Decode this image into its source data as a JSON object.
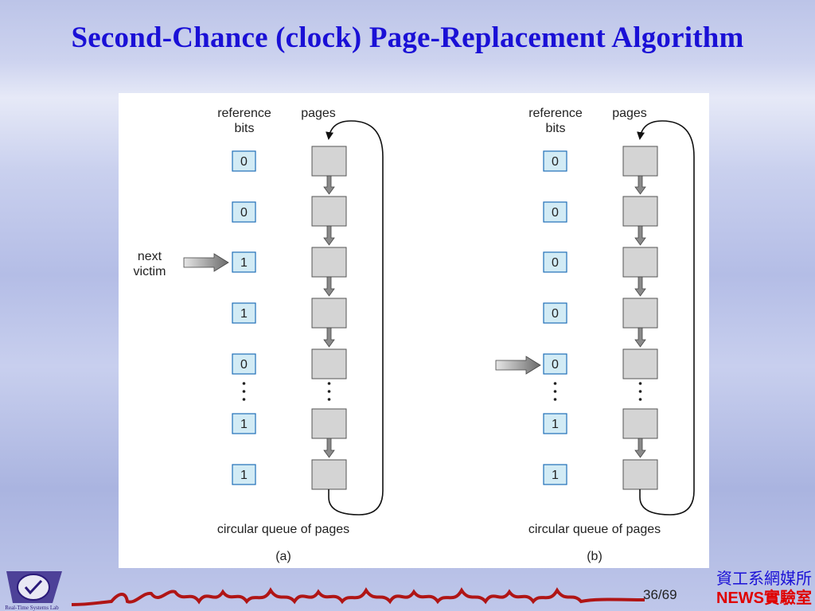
{
  "title": "Second-Chance (clock) Page-Replacement Algorithm",
  "panels": [
    {
      "caption": "(a)",
      "col_ref": "reference",
      "col_ref2": "bits",
      "col_pages": "pages",
      "bits": [
        "0",
        "0",
        "1",
        "1",
        "0",
        "1",
        "1"
      ],
      "pointer_label_1": "next",
      "pointer_label_2": "victim",
      "queue_label": "circular queue of pages"
    },
    {
      "caption": "(b)",
      "col_ref": "reference",
      "col_ref2": "bits",
      "col_pages": "pages",
      "bits": [
        "0",
        "0",
        "0",
        "0",
        "0",
        "1",
        "1"
      ],
      "queue_label": "circular queue of pages"
    }
  ],
  "footer": {
    "page": "36",
    "total": "/69",
    "dept_line1": "資工系網媒所",
    "dept_line2": "NEWS實驗室",
    "logo_text": "Real-Time Systems Lab"
  },
  "colors": {
    "title": "#1a10d6",
    "bit_box_fill": "#d2ebf5",
    "bit_box_stroke": "#1f6fb8",
    "page_box_fill": "#d4d4d4",
    "arrow": "#555555"
  }
}
